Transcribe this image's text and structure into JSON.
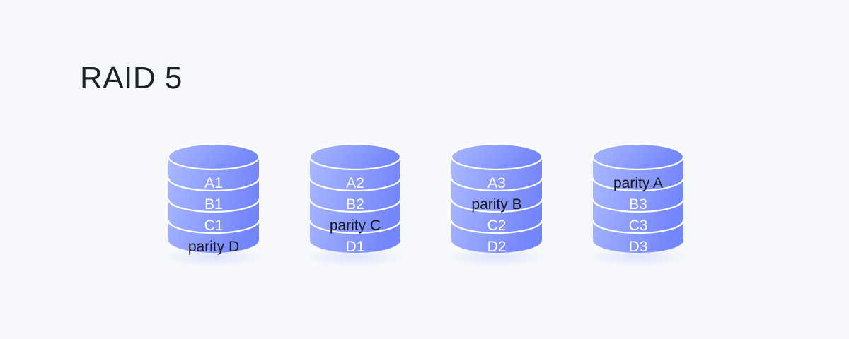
{
  "title": "RAID 5",
  "colors": {
    "background": "#f6f8fb",
    "disk_light": "#aab8ff",
    "disk_dark": "#7486fb",
    "separator": "#ffffff",
    "data_text": "#ffffff",
    "parity_text": "#16181d"
  },
  "disks": [
    {
      "rows": [
        {
          "label": "A1",
          "kind": "data"
        },
        {
          "label": "B1",
          "kind": "data"
        },
        {
          "label": "C1",
          "kind": "data"
        },
        {
          "label": "parity D",
          "kind": "parity"
        }
      ]
    },
    {
      "rows": [
        {
          "label": "A2",
          "kind": "data"
        },
        {
          "label": "B2",
          "kind": "data"
        },
        {
          "label": "parity C",
          "kind": "parity"
        },
        {
          "label": "D1",
          "kind": "data"
        }
      ]
    },
    {
      "rows": [
        {
          "label": "A3",
          "kind": "data"
        },
        {
          "label": "parity B",
          "kind": "parity"
        },
        {
          "label": "C2",
          "kind": "data"
        },
        {
          "label": "D2",
          "kind": "data"
        }
      ]
    },
    {
      "rows": [
        {
          "label": "parity A",
          "kind": "parity"
        },
        {
          "label": "B3",
          "kind": "data"
        },
        {
          "label": "C3",
          "kind": "data"
        },
        {
          "label": "D3",
          "kind": "data"
        }
      ]
    }
  ]
}
